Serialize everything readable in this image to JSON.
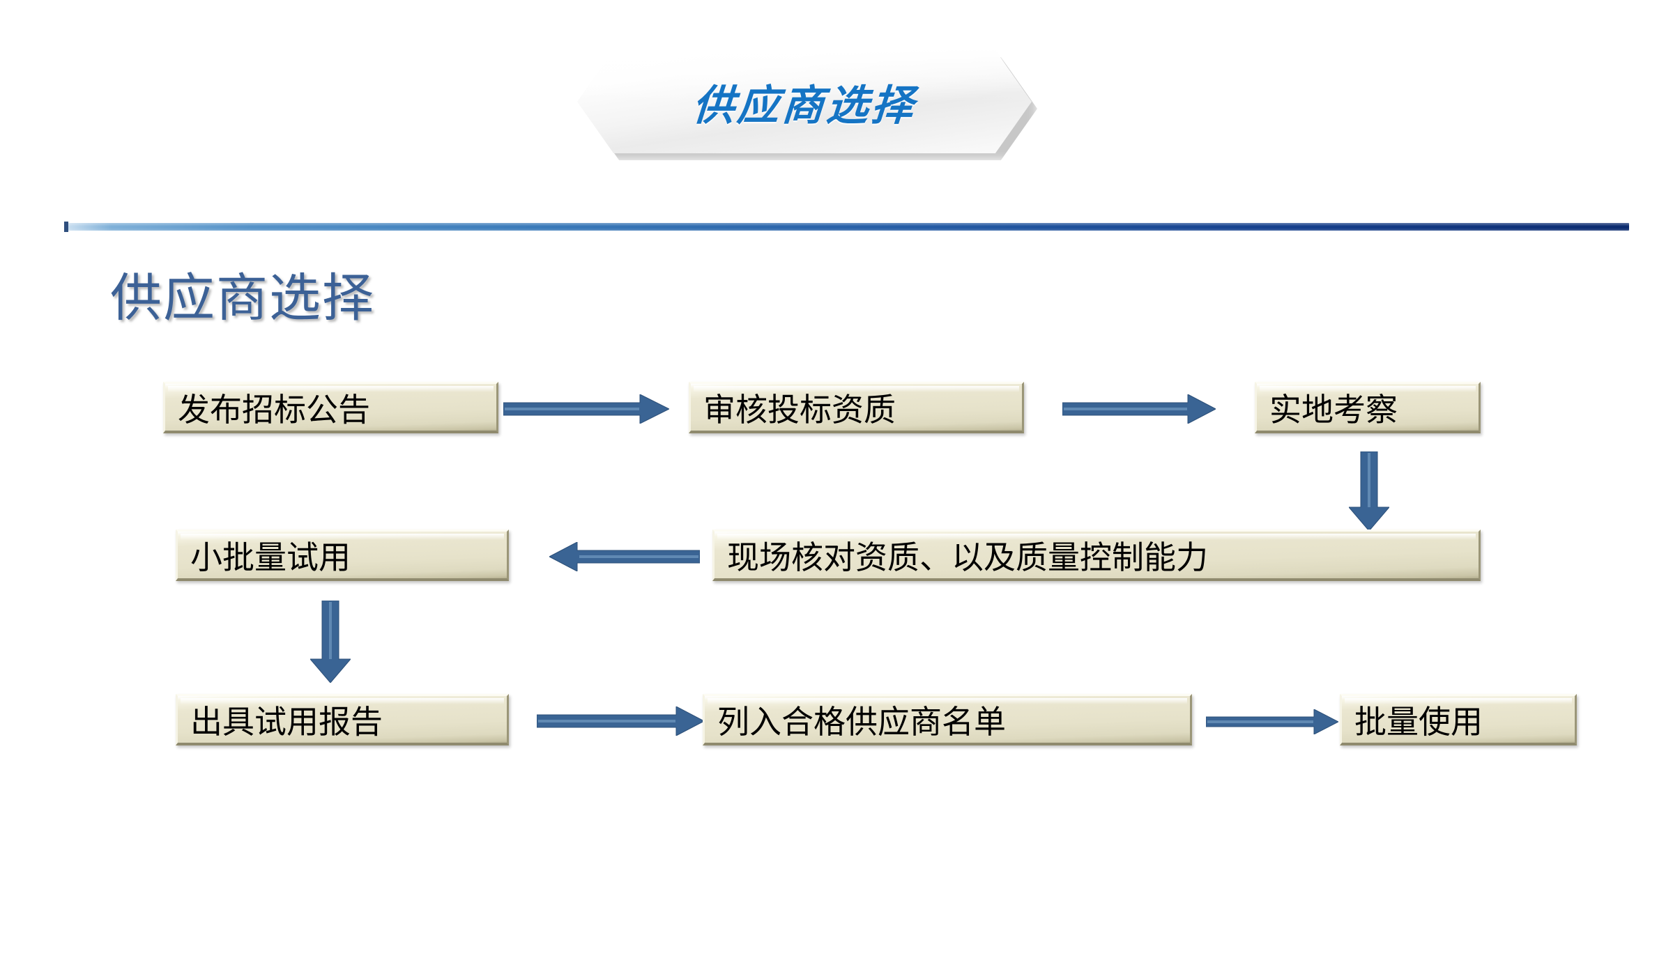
{
  "slide": {
    "banner_title": "供应商选择",
    "page_title": "供应商选择",
    "accent_blue": "#1574c4",
    "title_blue": "#3c6196",
    "arrow_blue": "#3a6494",
    "box_fill": "#e6e2ca",
    "divider_gradient_from": "#cfe2f2",
    "divider_gradient_to": "#0b2a6d"
  },
  "flow": {
    "boxes": [
      {
        "id": "publish-tender-notice",
        "label": "发布招标公告"
      },
      {
        "id": "review-bid-qualification",
        "label": "审核投标资质"
      },
      {
        "id": "site-inspection",
        "label": "实地考察"
      },
      {
        "id": "small-batch-trial",
        "label": "小批量试用"
      },
      {
        "id": "onsite-verify-quality",
        "label": "现场核对资质、以及质量控制能力"
      },
      {
        "id": "issue-trial-report",
        "label": "出具试用报告"
      },
      {
        "id": "add-to-approved-list",
        "label": "列入合格供应商名单"
      },
      {
        "id": "mass-use",
        "label": "批量使用"
      }
    ],
    "arrows": [
      {
        "id": "arrow-publish-to-review",
        "direction": "right"
      },
      {
        "id": "arrow-review-to-inspection",
        "direction": "right"
      },
      {
        "id": "arrow-inspection-to-verify",
        "direction": "down"
      },
      {
        "id": "arrow-verify-to-trial",
        "direction": "left"
      },
      {
        "id": "arrow-trial-to-report",
        "direction": "down"
      },
      {
        "id": "arrow-report-to-list",
        "direction": "right"
      },
      {
        "id": "arrow-list-to-massuse",
        "direction": "right"
      }
    ]
  }
}
